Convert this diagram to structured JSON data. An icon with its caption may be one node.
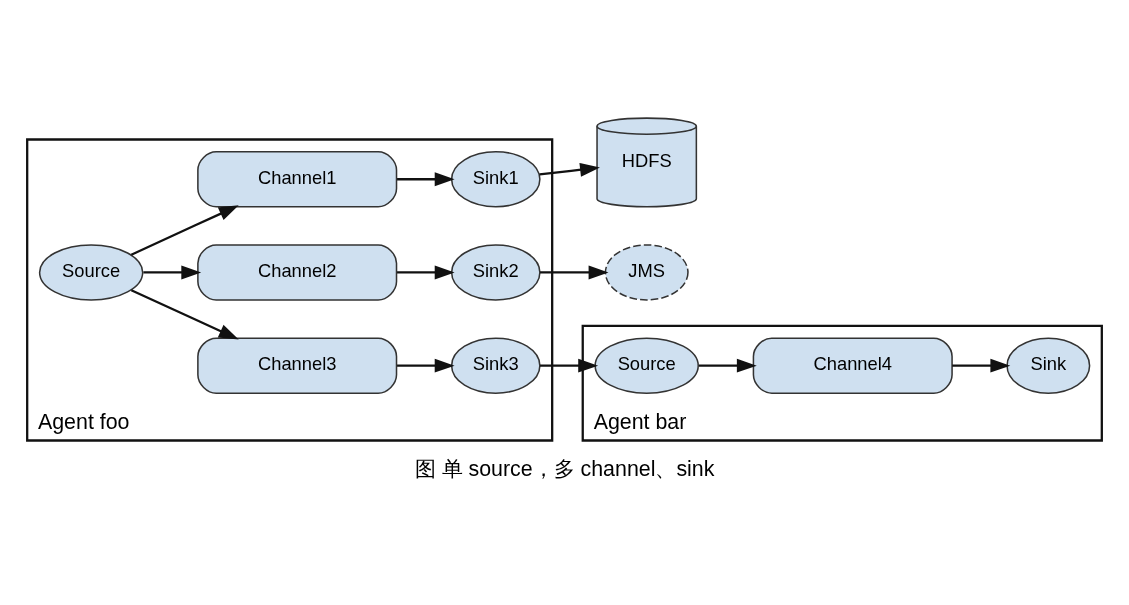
{
  "diagram": {
    "caption": "图 单 source，多 channel、sink",
    "nodes": [
      {
        "text": [
          "Agent foo"
        ]
      },
      {
        "text": [
          "Source"
        ],
        "in": 0
      },
      {
        "text": [
          "Channel1"
        ],
        "in": 0
      },
      {
        "text": [
          "Channel2"
        ],
        "in": 0
      },
      {
        "text": [
          "Channel3"
        ],
        "in": 0
      },
      {
        "text": [
          "Sink1"
        ],
        "in": 0
      },
      {
        "text": [
          "Sink2"
        ],
        "in": 0
      },
      {
        "text": [
          "Sink3"
        ],
        "in": 0
      },
      {
        "text": [
          "HDFS"
        ]
      },
      {
        "text": [
          "JMS"
        ]
      },
      {
        "text": [
          "Agent bar"
        ]
      },
      {
        "text": [
          "Source"
        ],
        "in": 10
      },
      {
        "text": [
          "Channel4"
        ],
        "in": 10
      },
      {
        "text": [
          "Sink"
        ],
        "in": 10
      }
    ],
    "edges": [
      {
        "from": 1,
        "to": 2,
        "arrow": "to"
      },
      {
        "from": 1,
        "to": 3,
        "arrow": "to"
      },
      {
        "from": 1,
        "to": 4,
        "arrow": "to"
      },
      {
        "from": 2,
        "to": 5,
        "arrow": "to"
      },
      {
        "from": 3,
        "to": 6,
        "arrow": "to"
      },
      {
        "from": 4,
        "to": 7,
        "arrow": "to"
      },
      {
        "from": 5,
        "to": 8,
        "arrow": "to"
      },
      {
        "from": 6,
        "to": 9,
        "arrow": "to"
      },
      {
        "from": 7,
        "to": 11,
        "arrow": "to"
      },
      {
        "from": 11,
        "to": 12,
        "arrow": "to"
      },
      {
        "from": 12,
        "to": 13,
        "arrow": "to"
      }
    ]
  }
}
